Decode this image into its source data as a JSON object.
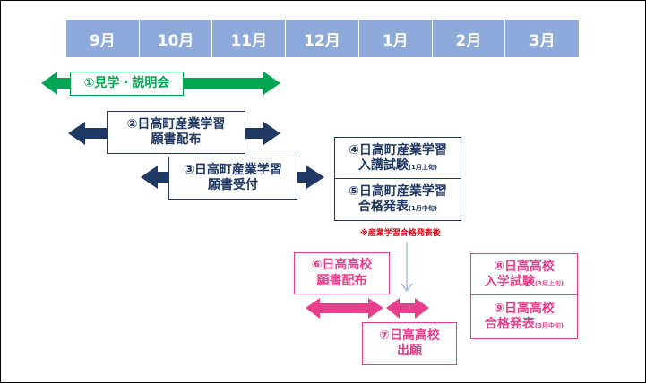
{
  "months": [
    "9月",
    "10月",
    "11月",
    "12月",
    "1月",
    "2月",
    "3月"
  ],
  "steps": {
    "s1": {
      "line1": "①見学・説明会"
    },
    "s2": {
      "line1": "②日高町産業学習",
      "line2": "願書配布"
    },
    "s3": {
      "line1": "③日高町産業学習",
      "line2": "願書受付"
    },
    "s4": {
      "line1": "④日高町産業学習",
      "line2": "入講試験",
      "sub": "(1月上旬)"
    },
    "s5": {
      "line1": "⑤日高町産業学習",
      "line2": "合格発表",
      "sub": "(1月中旬)"
    },
    "s6": {
      "line1": "⑥日高高校",
      "line2": "願書配布"
    },
    "s7": {
      "line1": "⑦日高高校",
      "line2": "出願"
    },
    "s8": {
      "line1": "⑧日高高校",
      "line2": "入学試験",
      "sub": "(3月上旬)"
    },
    "s9": {
      "line1": "⑨日高高校",
      "line2": "合格発表",
      "sub": "(3月中旬)"
    }
  },
  "note": "※産業学習合格発表後",
  "colors": {
    "month_bg": "#8eaadb",
    "green": "#00a651",
    "navy": "#1f3864",
    "pink": "#e83e8c",
    "note_red": "#e60012"
  }
}
